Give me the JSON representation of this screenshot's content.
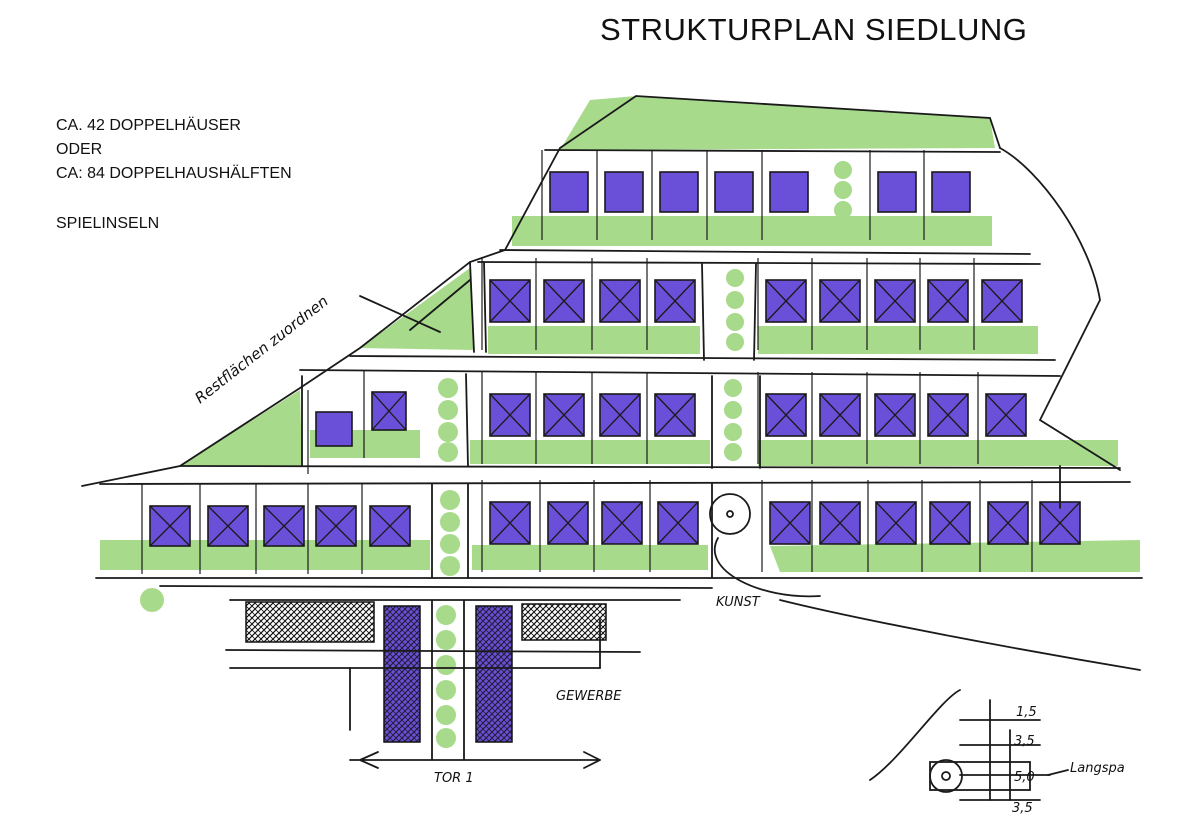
{
  "title": "STRUKTURPLAN SIEDLUNG",
  "notes": {
    "line1": "CA. 42 DOPPELHÄUSER",
    "line2": "ODER",
    "line3": "CA: 84 DOPPELHAUSHÄLFTEN",
    "line4": "SPIELINSELN"
  },
  "annotations": {
    "rest": "Restflächen zuordnen",
    "kunst": "KUNST",
    "gewerbe": "GEWERBE",
    "tor": "TOR 1",
    "dim_1": "1,5",
    "dim_2": "3,5",
    "dim_3": "5,0",
    "dim_4": "3,5",
    "langspa": "Langspa"
  },
  "colors": {
    "green": "#9fd67f",
    "purple": "#6a4fd8",
    "ink": "#1a1a1a"
  }
}
